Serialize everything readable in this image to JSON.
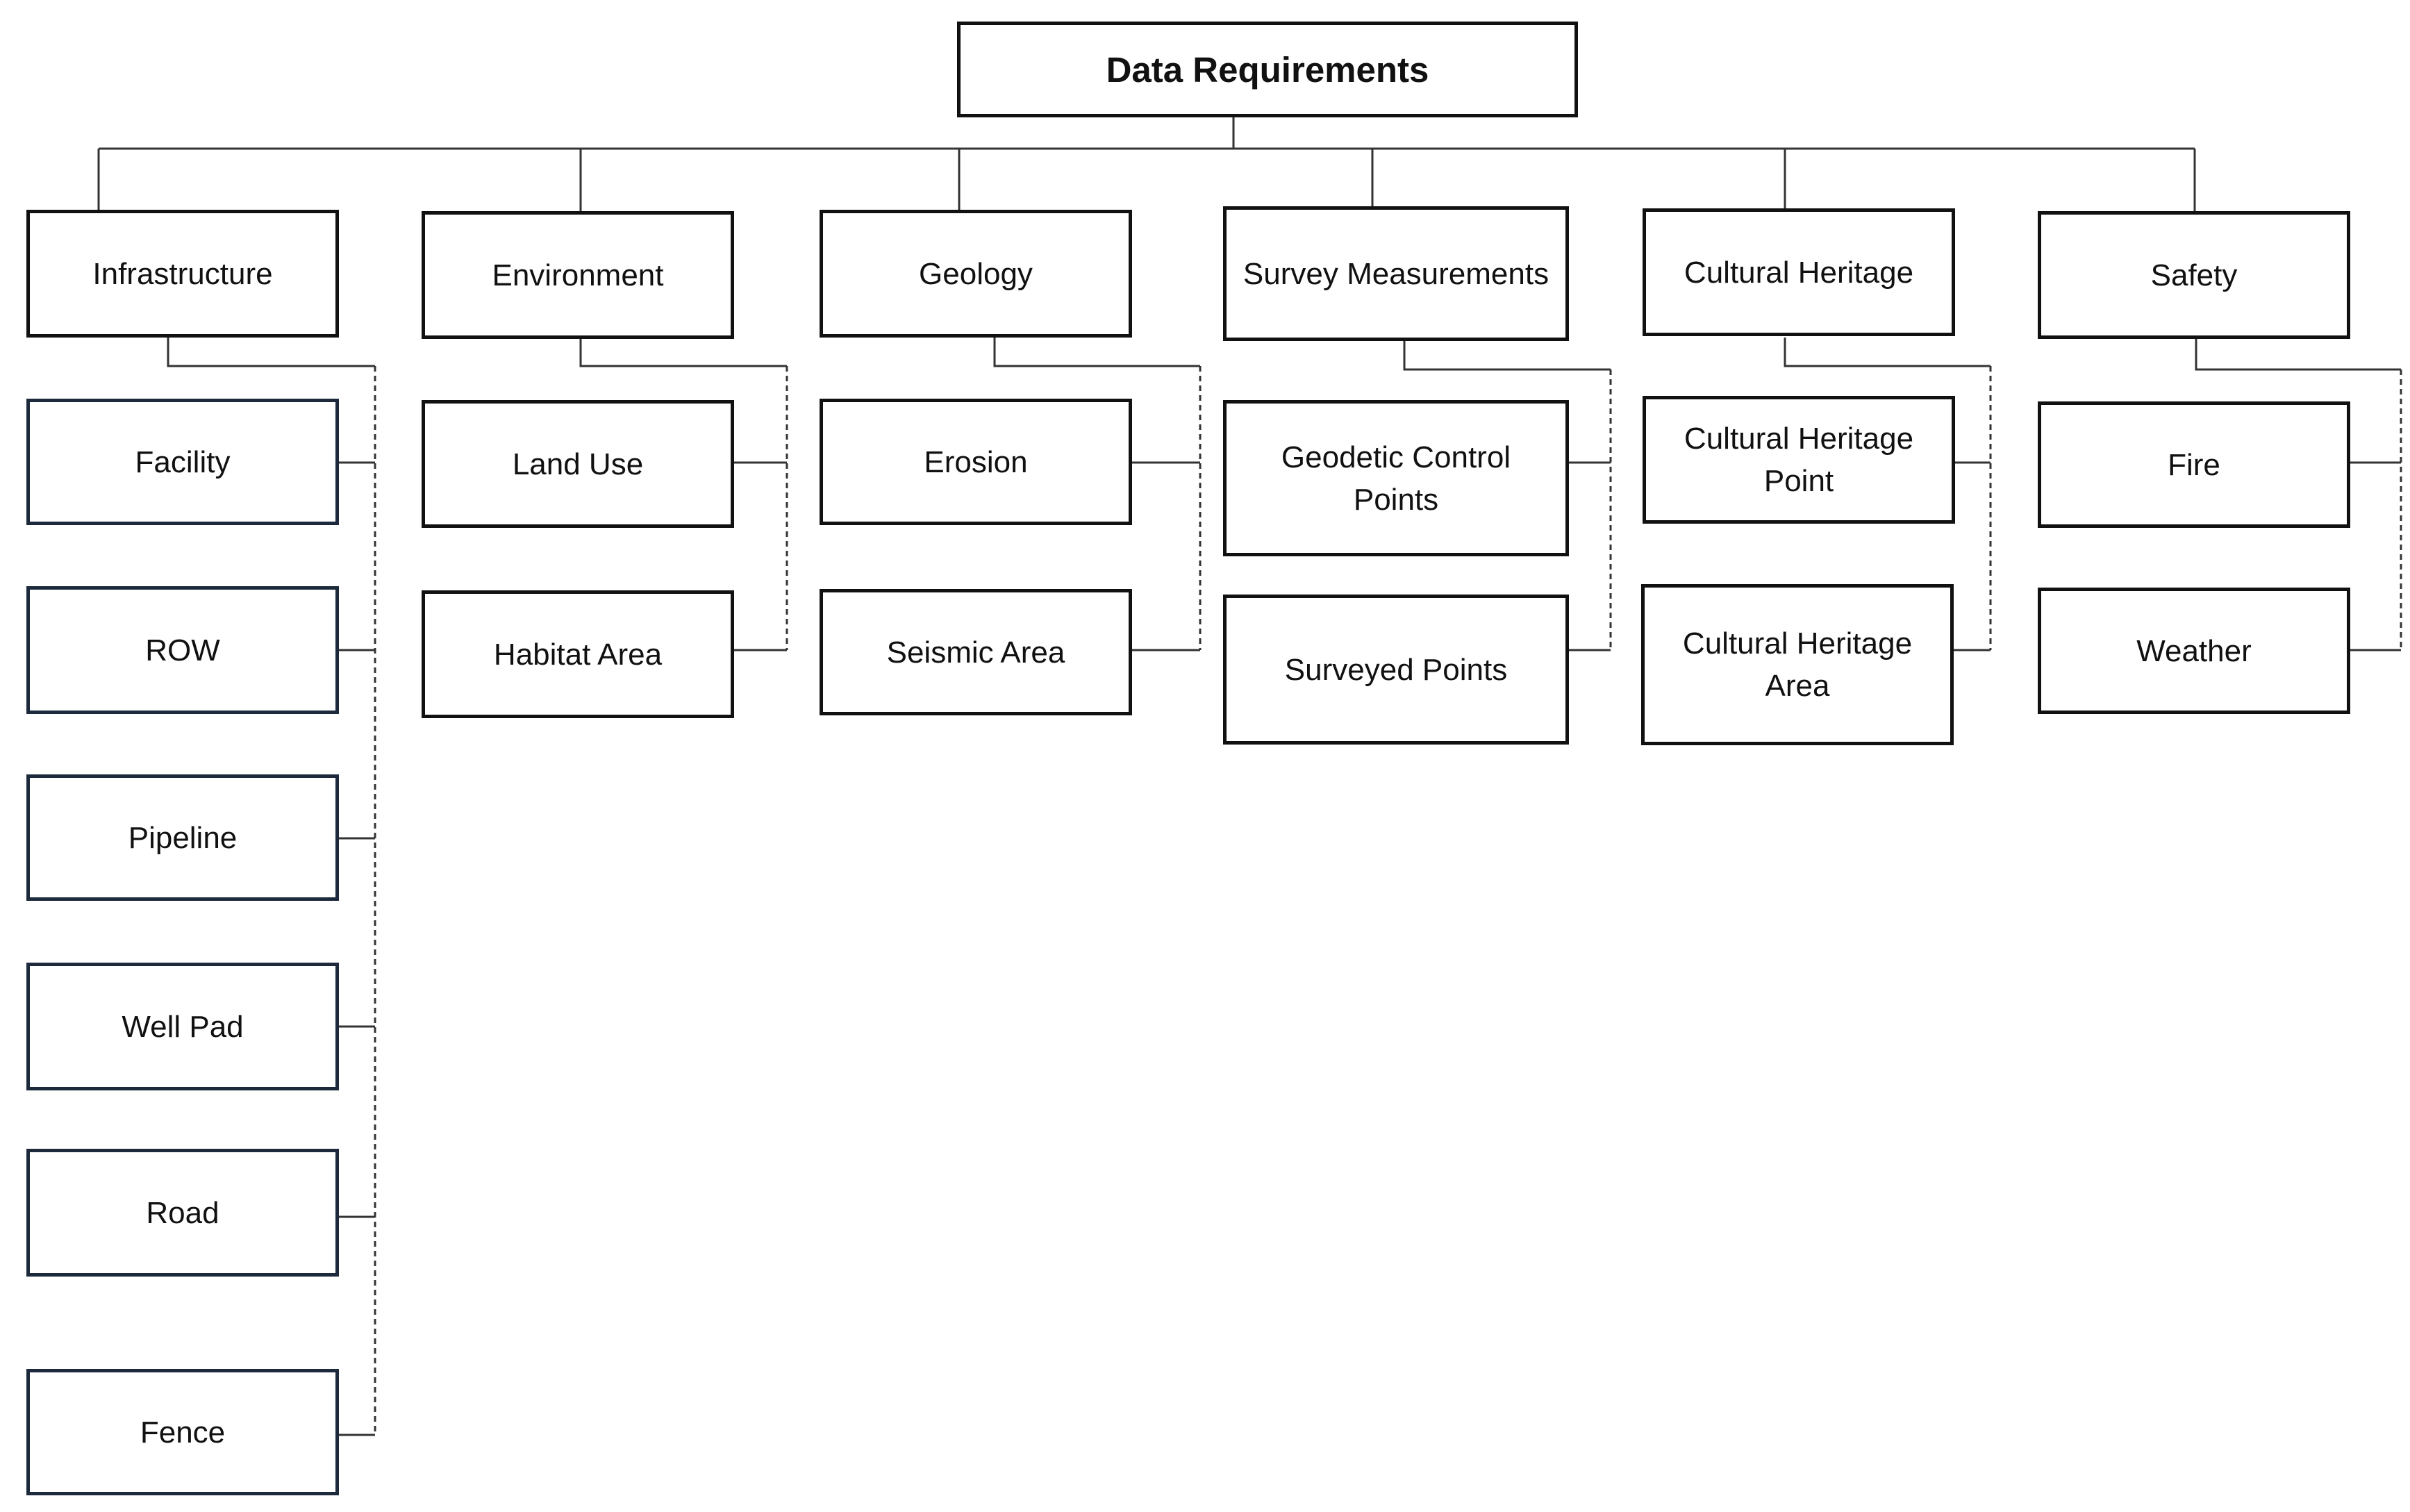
{
  "diagram": {
    "root": "Data Requirements",
    "categories": [
      {
        "label": "Infrastructure",
        "children": [
          "Facility",
          "ROW",
          "Pipeline",
          "Well Pad",
          "Road",
          "Fence"
        ]
      },
      {
        "label": "Environment",
        "children": [
          "Land Use",
          "Habitat Area"
        ]
      },
      {
        "label": "Geology",
        "children": [
          "Erosion",
          "Seismic Area"
        ]
      },
      {
        "label": "Survey Measurements",
        "children": [
          "Geodetic Control Points",
          "Surveyed Points"
        ]
      },
      {
        "label": "Cultural Heritage",
        "children": [
          "Cultural Heritage Point",
          "Cultural Heritage Area"
        ]
      },
      {
        "label": "Safety",
        "children": [
          "Fire",
          "Weather"
        ]
      }
    ]
  }
}
